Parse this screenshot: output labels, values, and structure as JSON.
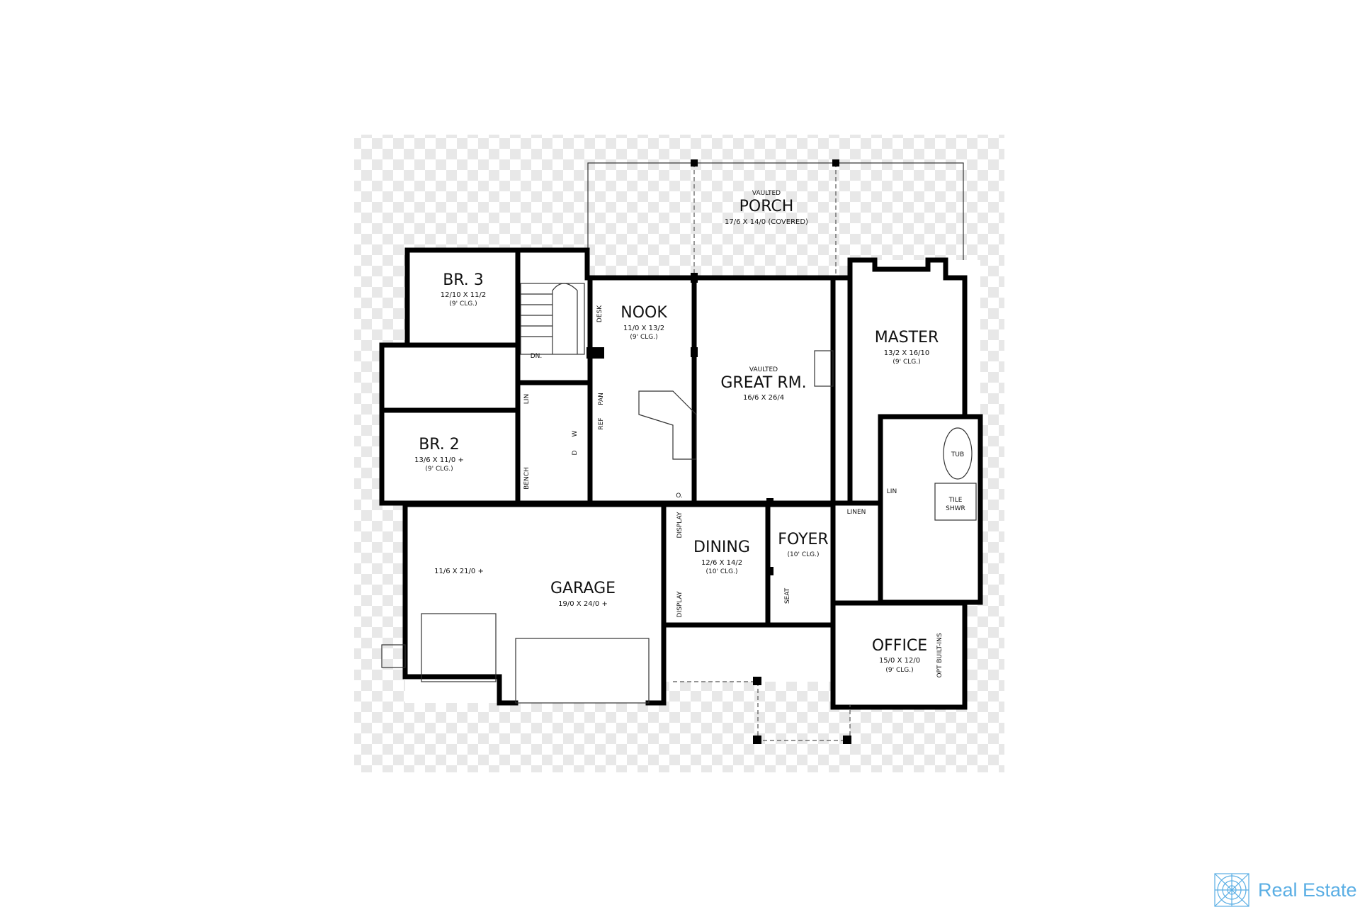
{
  "plan": {
    "porch": {
      "note": "VAULTED",
      "name": "PORCH",
      "size": "17/6 X 14/0 (COVERED)"
    },
    "br3": {
      "name": "BR. 3",
      "size": "12/10 X 11/2",
      "ceiling": "(9' CLG.)"
    },
    "nook": {
      "name": "NOOK",
      "size": "11/0 X 13/2",
      "ceiling": "(9' CLG.)"
    },
    "great": {
      "note": "VAULTED",
      "name": "GREAT RM.",
      "size": "16/6 X 26/4"
    },
    "master": {
      "name": "MASTER",
      "size": "13/2 X 16/10",
      "ceiling": "(9' CLG.)"
    },
    "br2": {
      "name": "BR. 2",
      "size": "13/6 X 11/0 +",
      "ceiling": "(9' CLG.)"
    },
    "dining": {
      "name": "DINING",
      "size": "12/6 X 14/2",
      "ceiling": "(10' CLG.)"
    },
    "foyer": {
      "name": "FOYER",
      "ceiling": "(10' CLG.)"
    },
    "garage": {
      "name": "GARAGE",
      "size": "19/0 X 24/0 +",
      "bay": "11/6 X 21/0 +"
    },
    "office": {
      "name": "OFFICE",
      "size": "15/0 X 12/0",
      "ceiling": "(9' CLG.)"
    },
    "small_labels": {
      "desk": "DESK",
      "dn": "DN.",
      "lin1": "LIN",
      "pan": "PAN",
      "ref": "REF",
      "w": "W",
      "d": "D",
      "bench": "BENCH",
      "tub": "TUB",
      "tile": "TILE",
      "shwr": "SHWR",
      "lin2": "LIN",
      "linen": "LINEN",
      "oven": "O.",
      "display1": "DISPLAY",
      "display2": "DISPLAY",
      "seat": "SEAT",
      "opt_builtins": "OPT BUILT-INS"
    }
  },
  "watermark": {
    "text": "Real Estate",
    "color": "#5aaee4"
  }
}
